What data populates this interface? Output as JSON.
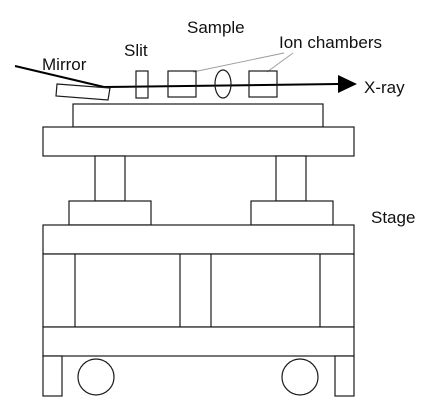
{
  "labels": {
    "mirror": "Mirror",
    "slit": "Slit",
    "sample": "Sample",
    "ion_chambers": "Ion chambers",
    "xray": "X-ray",
    "stage": "Stage"
  }
}
